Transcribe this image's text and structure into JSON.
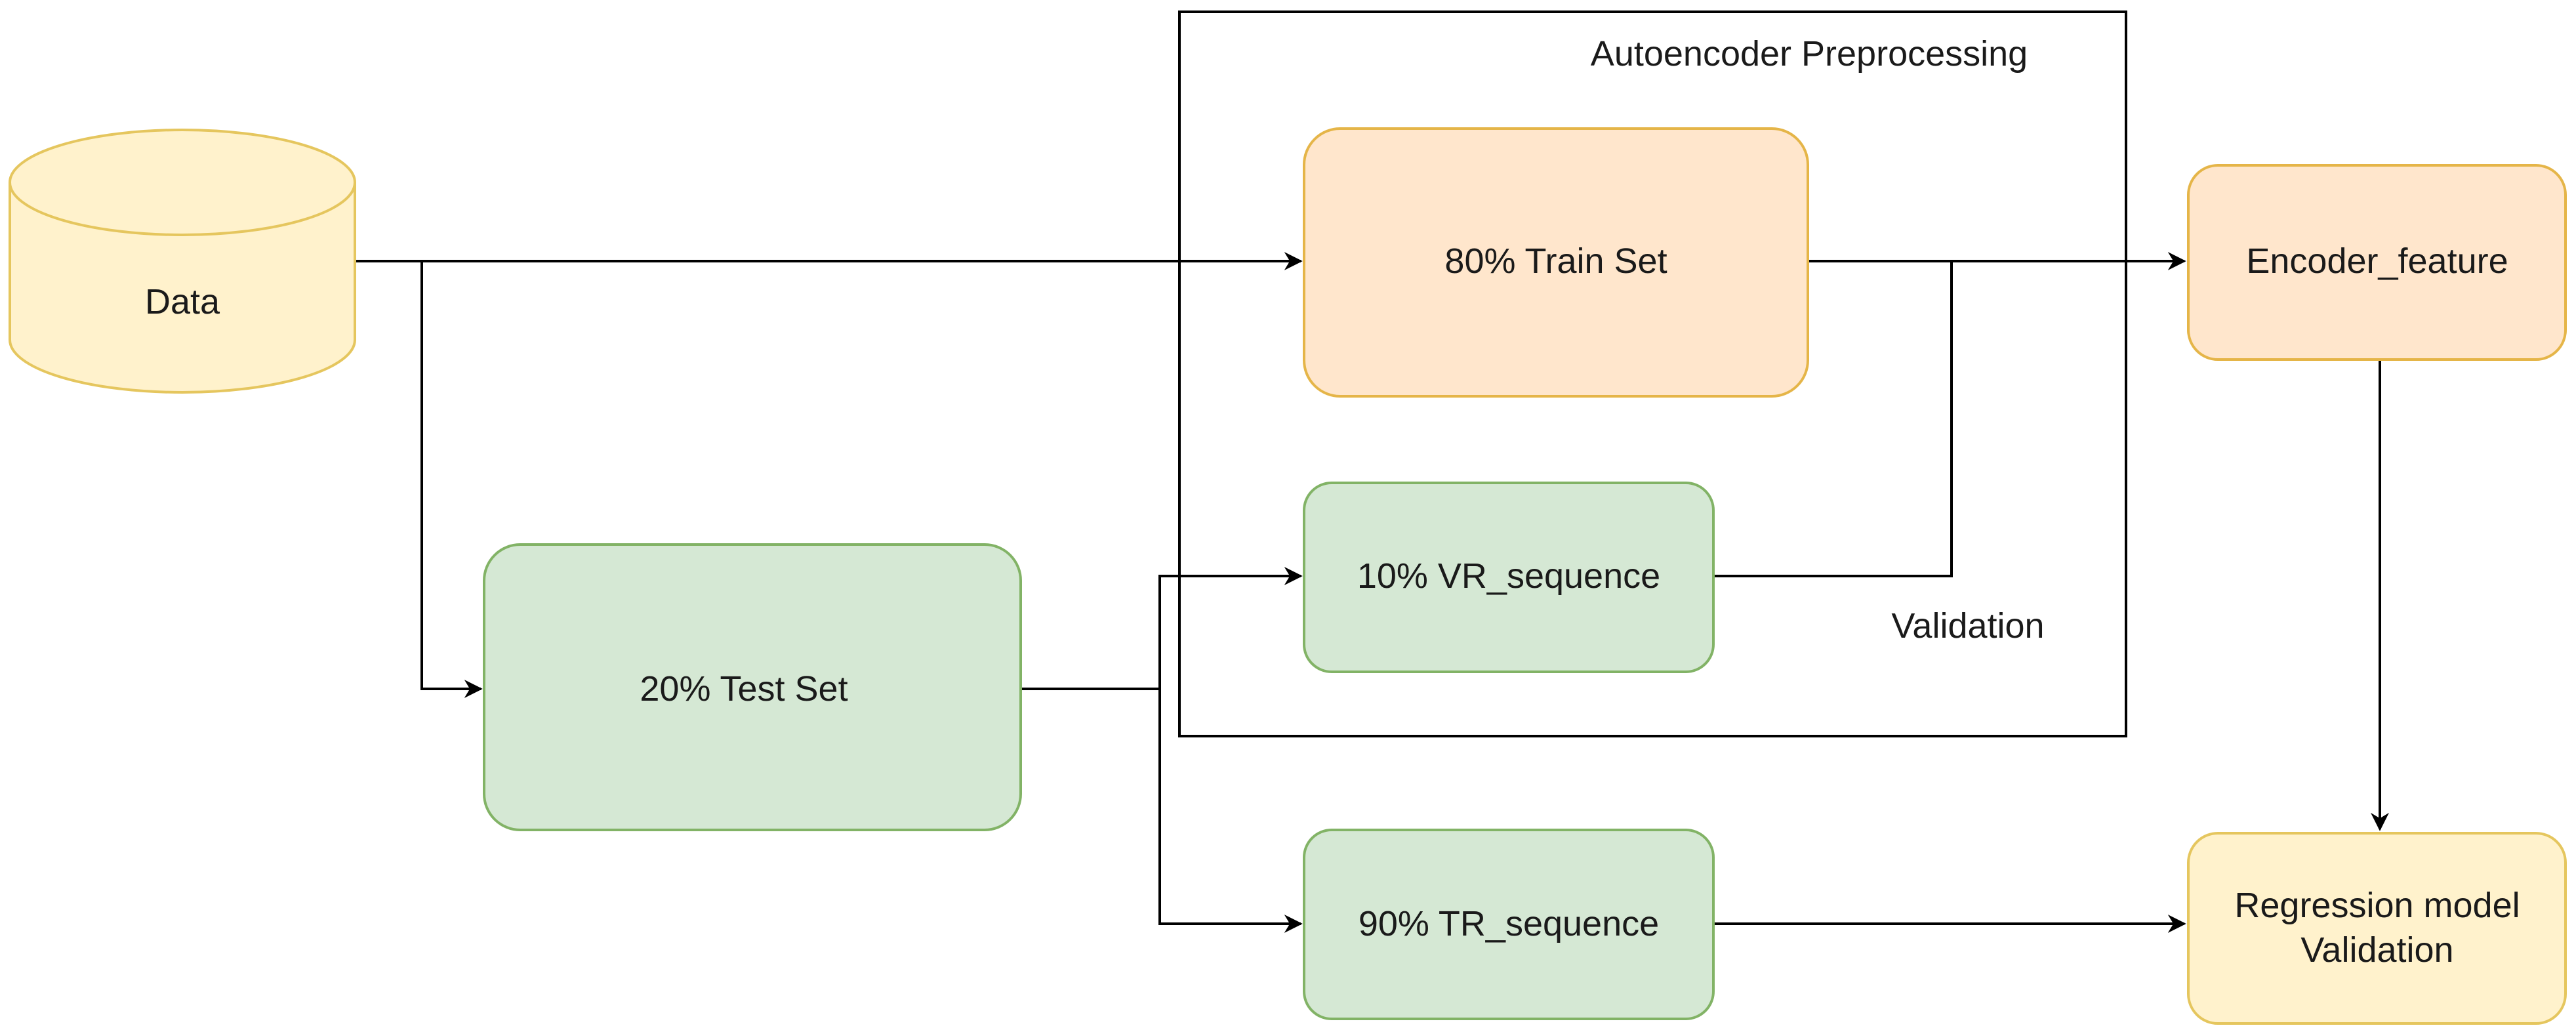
{
  "diagram": {
    "group": {
      "title": "Autoencoder Preprocessing"
    },
    "nodes": {
      "data": "Data",
      "train_set": "80% Train Set",
      "test_set": "20% Test Set",
      "vr_sequence": "10% VR_sequence",
      "tr_sequence": "90% TR_sequence",
      "encoder_feature": "Encoder_feature",
      "regression_line1": "Regression model",
      "regression_line2": "Validation"
    },
    "edge_labels": {
      "validation": "Validation"
    },
    "colors": {
      "orange_fill": "#ffe6cc",
      "orange_stroke": "#e5b548",
      "green_fill": "#d5e8d4",
      "green_stroke": "#82b366",
      "yellow_fill": "#fff2cc",
      "yellow_stroke": "#e5c65e",
      "line": "#000000"
    }
  }
}
